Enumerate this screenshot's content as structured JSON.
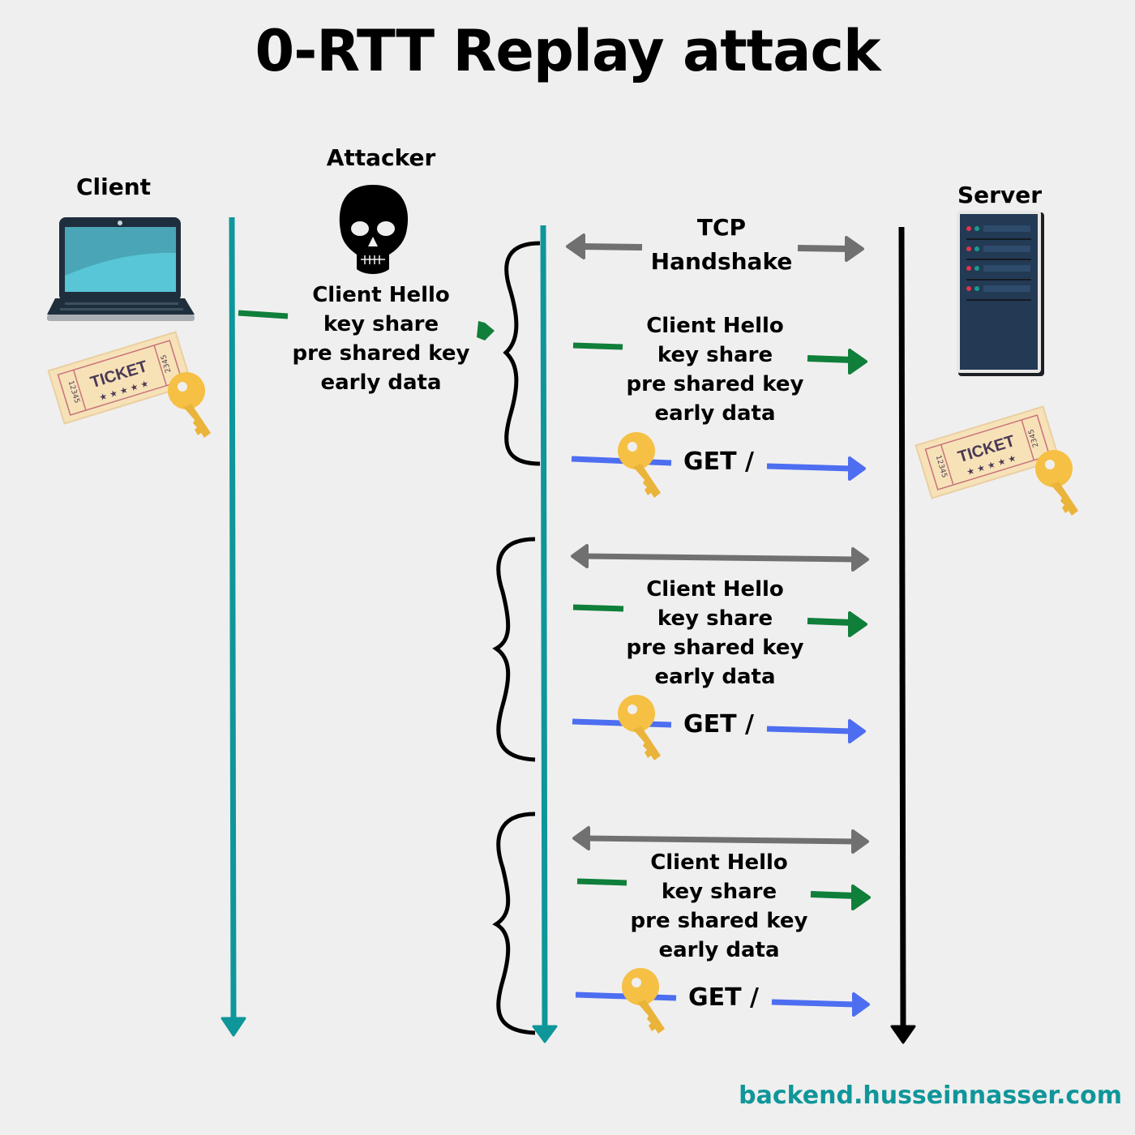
{
  "title": "0-RTT Replay attack",
  "actors": {
    "client": "Client",
    "attacker": "Attacker",
    "server": "Server"
  },
  "icons": {
    "client": "laptop-icon",
    "attacker": "skull-icon",
    "server": "server-rack-icon",
    "ticket": "ticket-icon",
    "key": "key-icon"
  },
  "ticket": {
    "label": "TICKET",
    "left_number": "12345",
    "right_number": "2345"
  },
  "attacker_message": [
    "Client Hello",
    "key share",
    "pre shared key",
    "early data"
  ],
  "sessions": [
    {
      "handshake_label": [
        "TCP",
        "Handshake"
      ],
      "message": [
        "Client Hello",
        "key share",
        "pre shared key",
        "early data"
      ],
      "request": "GET /"
    },
    {
      "handshake_label": [],
      "message": [
        "Client Hello",
        "key share",
        "pre shared key",
        "early data"
      ],
      "request": "GET /"
    },
    {
      "handshake_label": [],
      "message": [
        "Client Hello",
        "key share",
        "pre shared key",
        "early data"
      ],
      "request": "GET /"
    }
  ],
  "colors": {
    "background": "#f0efef",
    "timeline_teal": "#0f969a",
    "timeline_server": "#000000",
    "handshake_arrow": "#707070",
    "client_hello_arrow": "#0f7f3a",
    "request_arrow": "#4d6ef0",
    "key": "#f5c044",
    "footer": "#0f969a"
  },
  "footer": "backend.husseinnasser.com"
}
